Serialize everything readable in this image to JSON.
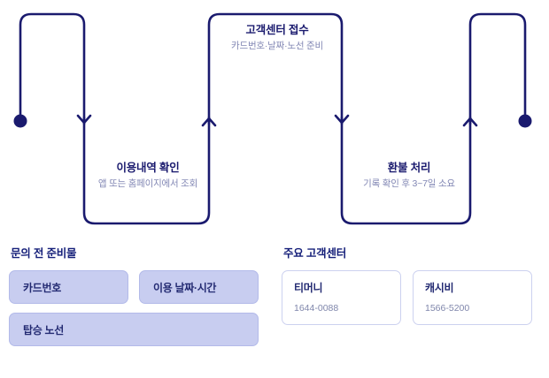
{
  "theme": {
    "line_color": "#1a1a6e",
    "title_color": "#1a1a6e",
    "desc_color": "#8287b4",
    "chip_fill": "#c8cdf0",
    "chip_border": "#b3bae9",
    "card_border": "#ccd1ef",
    "phone_color": "#7f86ab",
    "background": "#ffffff"
  },
  "flow": {
    "name": "refund-process-flow",
    "start_marker": "start-dot",
    "end_marker": "end-dot",
    "steps": [
      {
        "id": "step-1",
        "title": "이용내역 확인",
        "desc": "앱 또는 홈페이지에서 조회"
      },
      {
        "id": "step-2",
        "title": "고객센터 접수",
        "desc": "카드번호·날짜·노선 준비"
      },
      {
        "id": "step-3",
        "title": "환불 처리",
        "desc": "기록 확인 후 3~7일 소요"
      }
    ]
  },
  "checklist": {
    "heading": "문의 전 준비물",
    "items": [
      {
        "label": "카드번호"
      },
      {
        "label": "이용 날짜·시간"
      },
      {
        "label": "탑승 노선"
      }
    ]
  },
  "centers": {
    "heading": "주요 고객센터",
    "items": [
      {
        "name": "티머니",
        "phone": "1644-0088"
      },
      {
        "name": "캐시비",
        "phone": "1566-5200"
      }
    ]
  }
}
